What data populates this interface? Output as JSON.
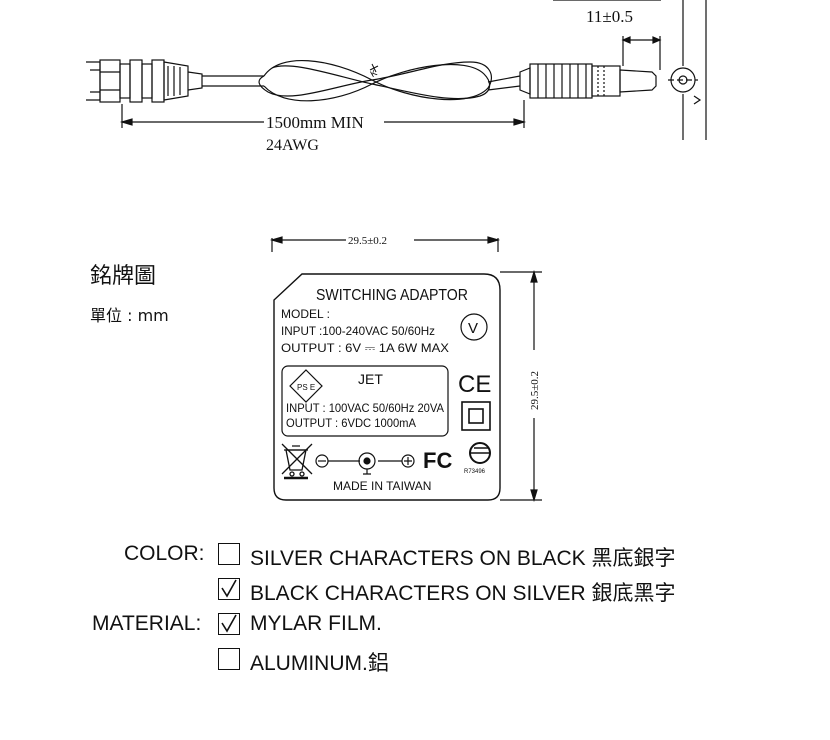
{
  "cable": {
    "length_label": "1500mm MIN",
    "gauge_label": "24AWG",
    "plug_dim_label": "11±0.5",
    "strain_mark": "K"
  },
  "nameplate": {
    "title": "銘牌圖",
    "unit": "單位 : mm",
    "width_dim": "29.5±0.2",
    "height_dim": "29.5±0.2",
    "heading": "SWITCHING ADAPTOR",
    "model": "MODEL :",
    "input": "INPUT :100-240VAC 50/60Hz",
    "output": "OUTPUT :  6V ⎓ 1A 6W  MAX",
    "v_mark": "V",
    "jet": "JET",
    "pse": "PS E",
    "jet_input": "INPUT : 100VAC 50/60Hz 20VA",
    "jet_output": "OUTPUT : 6VDC 1000mA",
    "ce": "CE",
    "fcc": "FC",
    "cert_no": "R73496",
    "made_in": "MADE  IN  TAIWAN"
  },
  "options": {
    "color_label": "COLOR:",
    "material_label": "MATERIAL:",
    "color_silver_on_black": "SILVER CHARACTERS ON BLACK 黑底銀字",
    "color_silver_on_black_checked": false,
    "color_black_on_silver": "BLACK CHARACTERS ON SILVER 銀底黑字",
    "color_black_on_silver_checked": true,
    "material_mylar": "MYLAR FILM.",
    "material_mylar_checked": true,
    "material_aluminum": "ALUMINUM.鋁",
    "material_aluminum_checked": false
  }
}
